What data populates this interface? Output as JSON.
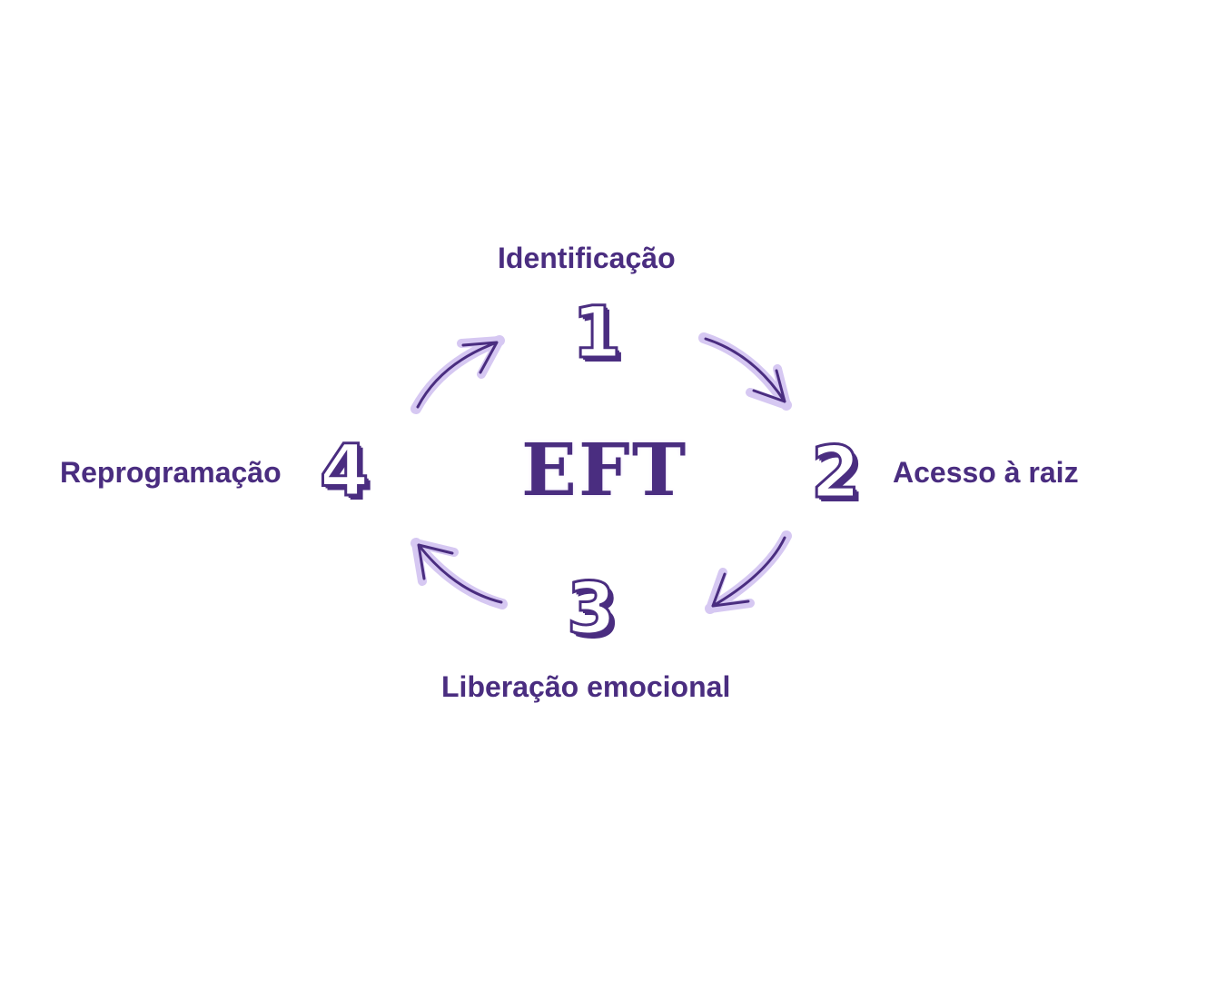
{
  "center": {
    "title": "EFT"
  },
  "steps": [
    {
      "number": "1",
      "label": "Identificação"
    },
    {
      "number": "2",
      "label": "Acesso à raiz"
    },
    {
      "number": "3",
      "label": "Liberação emocional"
    },
    {
      "number": "4",
      "label": "Reprogramação"
    }
  ],
  "colors": {
    "primary": "#4a2d80",
    "highlight": "#d6c8f2"
  }
}
